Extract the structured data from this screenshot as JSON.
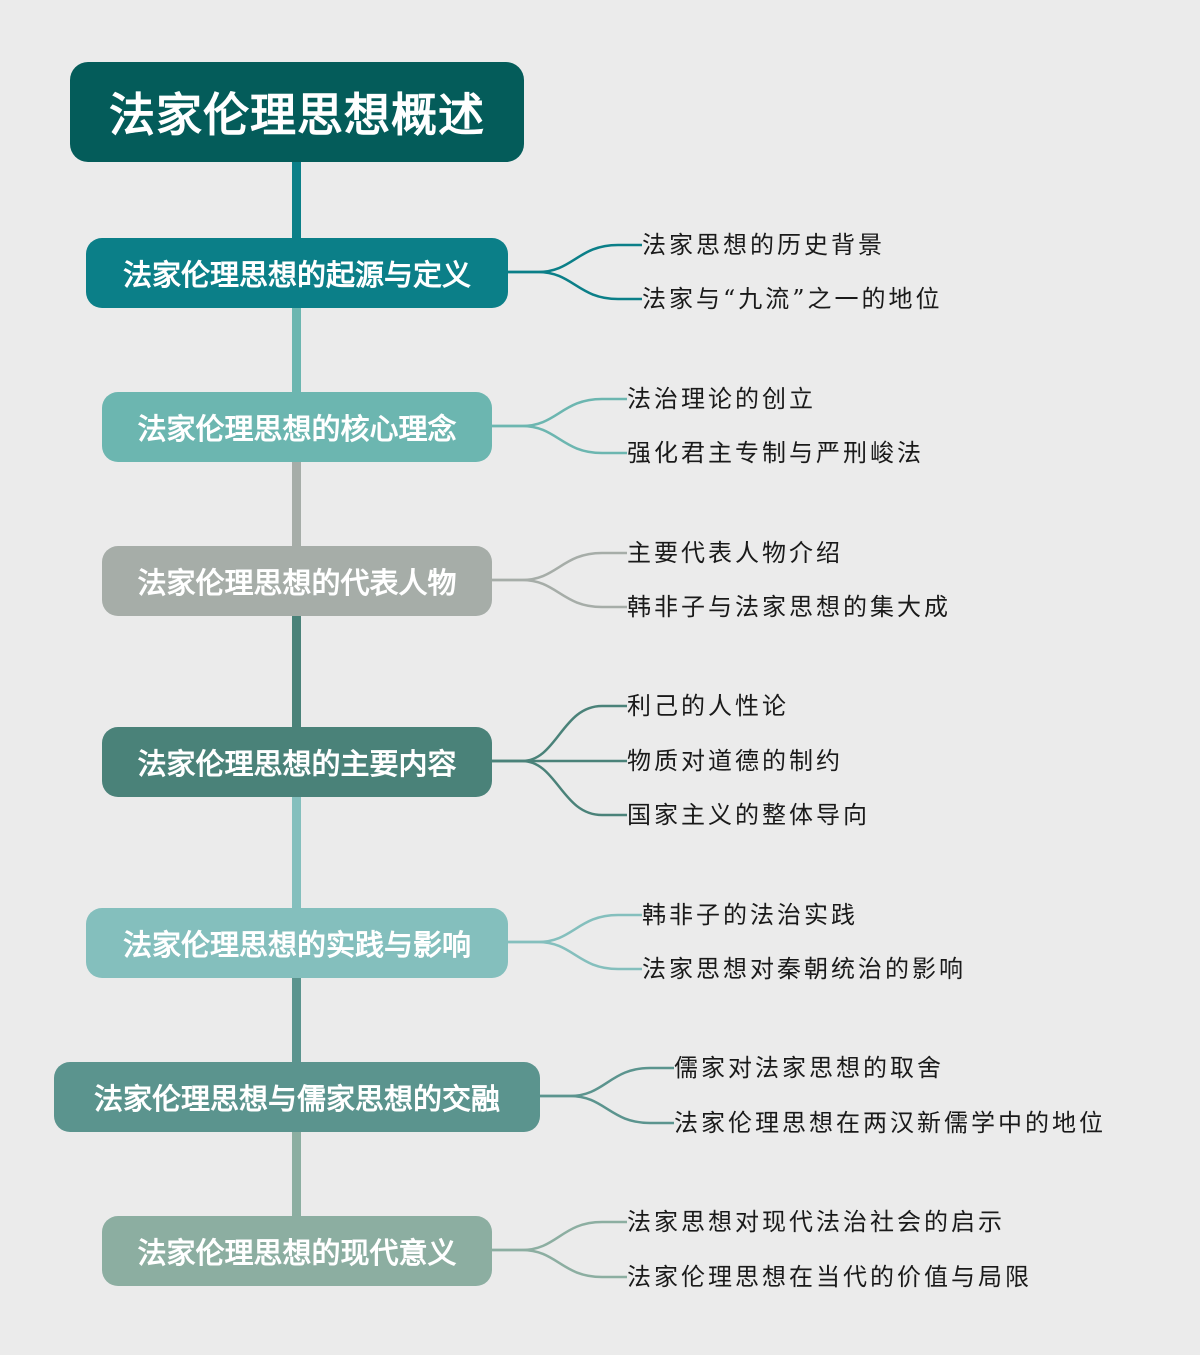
{
  "root": {
    "label": "法家伦理思想概述",
    "color": "#045c5a"
  },
  "branches": [
    {
      "label": "法家伦理思想的起源与定义",
      "color": "#0b7f88",
      "children": [
        "法家思想的历史背景",
        "法家与“九流”之一的地位"
      ]
    },
    {
      "label": "法家伦理思想的核心理念",
      "color": "#6cb6b0",
      "children": [
        "法治理论的创立",
        "强化君主专制与严刑峻法"
      ]
    },
    {
      "label": "法家伦理思想的代表人物",
      "color": "#a6ada8",
      "children": [
        "主要代表人物介绍",
        "韩非子与法家思想的集大成"
      ]
    },
    {
      "label": "法家伦理思想的主要内容",
      "color": "#4a8279",
      "children": [
        "利己的人性论",
        "物质对道德的制约",
        "国家主义的整体导向"
      ]
    },
    {
      "label": "法家伦理思想的实践与影响",
      "color": "#84bfbd",
      "children": [
        "韩非子的法治实践",
        "法家思想对秦朝统治的影响"
      ]
    },
    {
      "label": "法家伦理思想与儒家思想的交融",
      "color": "#5b948e",
      "children": [
        "儒家对法家思想的取舍",
        "法家伦理思想在两汉新儒学中的地位"
      ]
    },
    {
      "label": "法家伦理思想的现代意义",
      "color": "#8caea1",
      "children": [
        "法家思想对现代法治社会的启示",
        "法家伦理思想在当代的价值与局限"
      ]
    }
  ],
  "theme": {
    "background": "#ebebeb",
    "leaf_text": "#1a1a1a"
  }
}
